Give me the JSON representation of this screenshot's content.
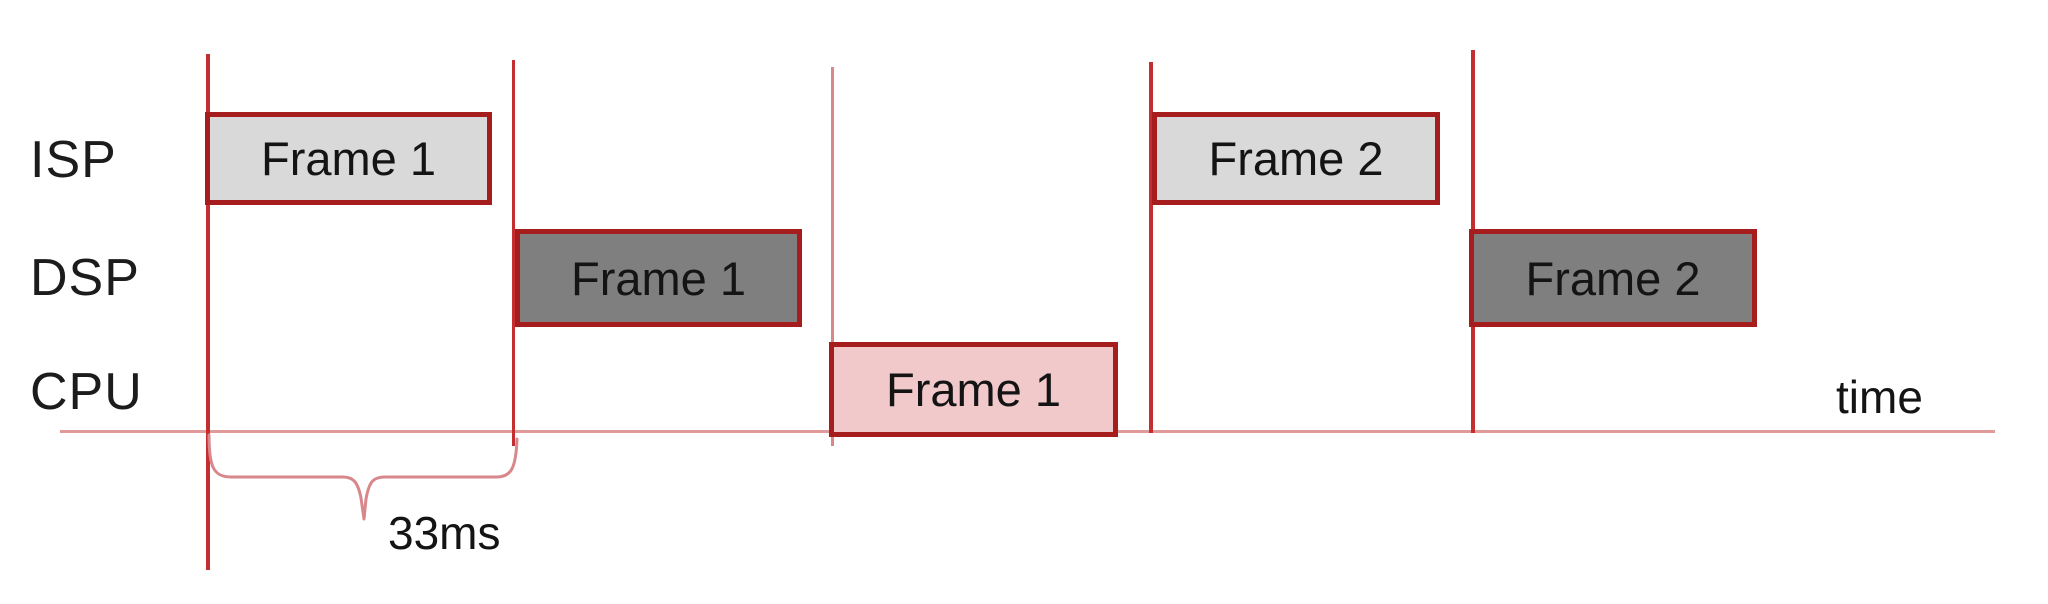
{
  "diagram": {
    "rows": [
      {
        "label": "ISP",
        "frames": [
          {
            "label": "Frame 1"
          },
          {
            "label": "Frame 2"
          }
        ]
      },
      {
        "label": "DSP",
        "frames": [
          {
            "label": "Frame 1"
          },
          {
            "label": "Frame 2"
          }
        ]
      },
      {
        "label": "CPU",
        "frames": [
          {
            "label": "Frame 1"
          }
        ]
      }
    ],
    "axis_label": "time",
    "interval_label": "33ms",
    "colors": {
      "frame_border": "#a51d1d",
      "isp_fill": "#d9d9d9",
      "dsp_fill": "#7f7f7f",
      "cpu_fill": "#f2c9cb",
      "boundary_line": "#c42e2e",
      "light_line": "#d8878b",
      "axis_line": "#e09a9a",
      "text": "#1c1c1c"
    }
  }
}
